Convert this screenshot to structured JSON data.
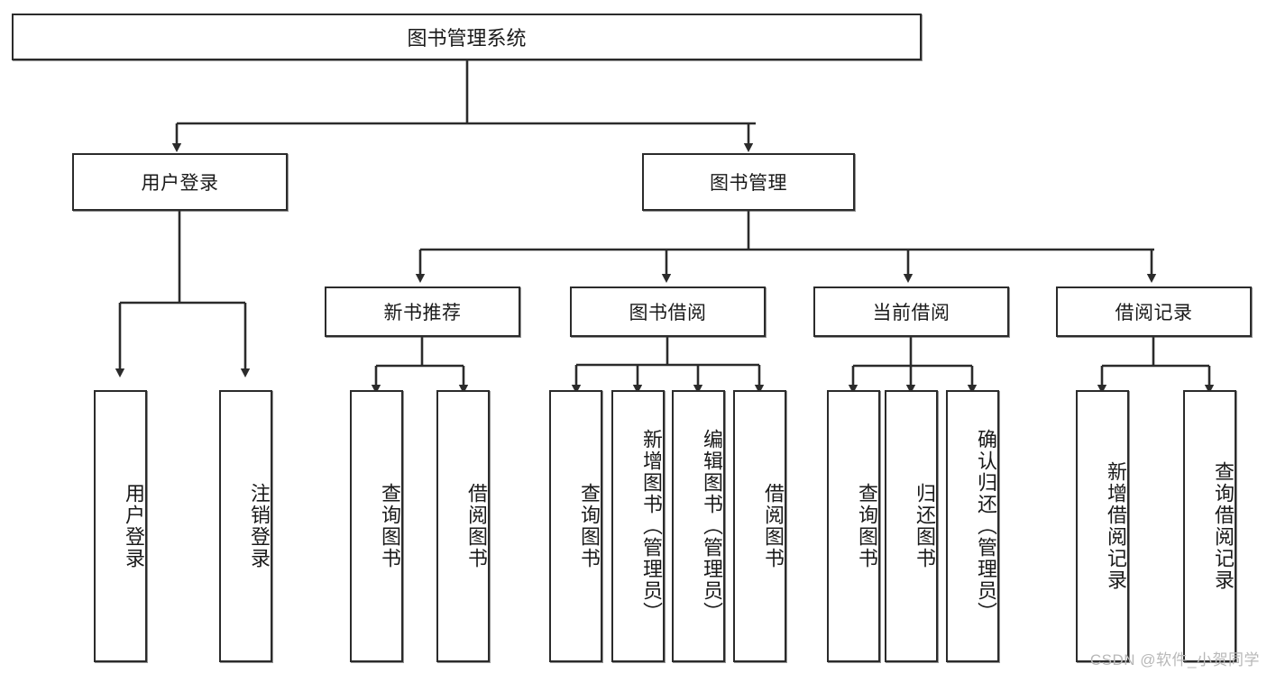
{
  "diagram": {
    "title_text": "图书管理系统",
    "stroke_color": "#2b2b2b",
    "fill_color": "#ffffff",
    "watermark": "CSDN @软件_小贺同学",
    "root": {
      "label": "图书管理系统"
    },
    "level2": [
      {
        "label": "用户登录"
      },
      {
        "label": "图书管理"
      }
    ],
    "level3": [
      {
        "label": "新书推荐"
      },
      {
        "label": "图书借阅"
      },
      {
        "label": "当前借阅"
      },
      {
        "label": "借阅记录"
      }
    ],
    "leaves": [
      {
        "label": "用户登录",
        "parent": "用户登录"
      },
      {
        "label": "注销登录",
        "parent": "用户登录"
      },
      {
        "label": "查询图书",
        "parent": "新书推荐"
      },
      {
        "label": "借阅图书",
        "parent": "新书推荐"
      },
      {
        "label": "查询图书",
        "parent": "图书借阅"
      },
      {
        "label": "新增图书（管理员）",
        "parent": "图书借阅"
      },
      {
        "label": "编辑图书（管理员）",
        "parent": "图书借阅"
      },
      {
        "label": "借阅图书",
        "parent": "图书借阅"
      },
      {
        "label": "查询图书",
        "parent": "当前借阅"
      },
      {
        "label": "归还图书",
        "parent": "当前借阅"
      },
      {
        "label": "确认归还（管理员）",
        "parent": "当前借阅"
      },
      {
        "label": "新增借阅记录",
        "parent": "借阅记录"
      },
      {
        "label": "查询借阅记录",
        "parent": "借阅记录"
      }
    ]
  }
}
